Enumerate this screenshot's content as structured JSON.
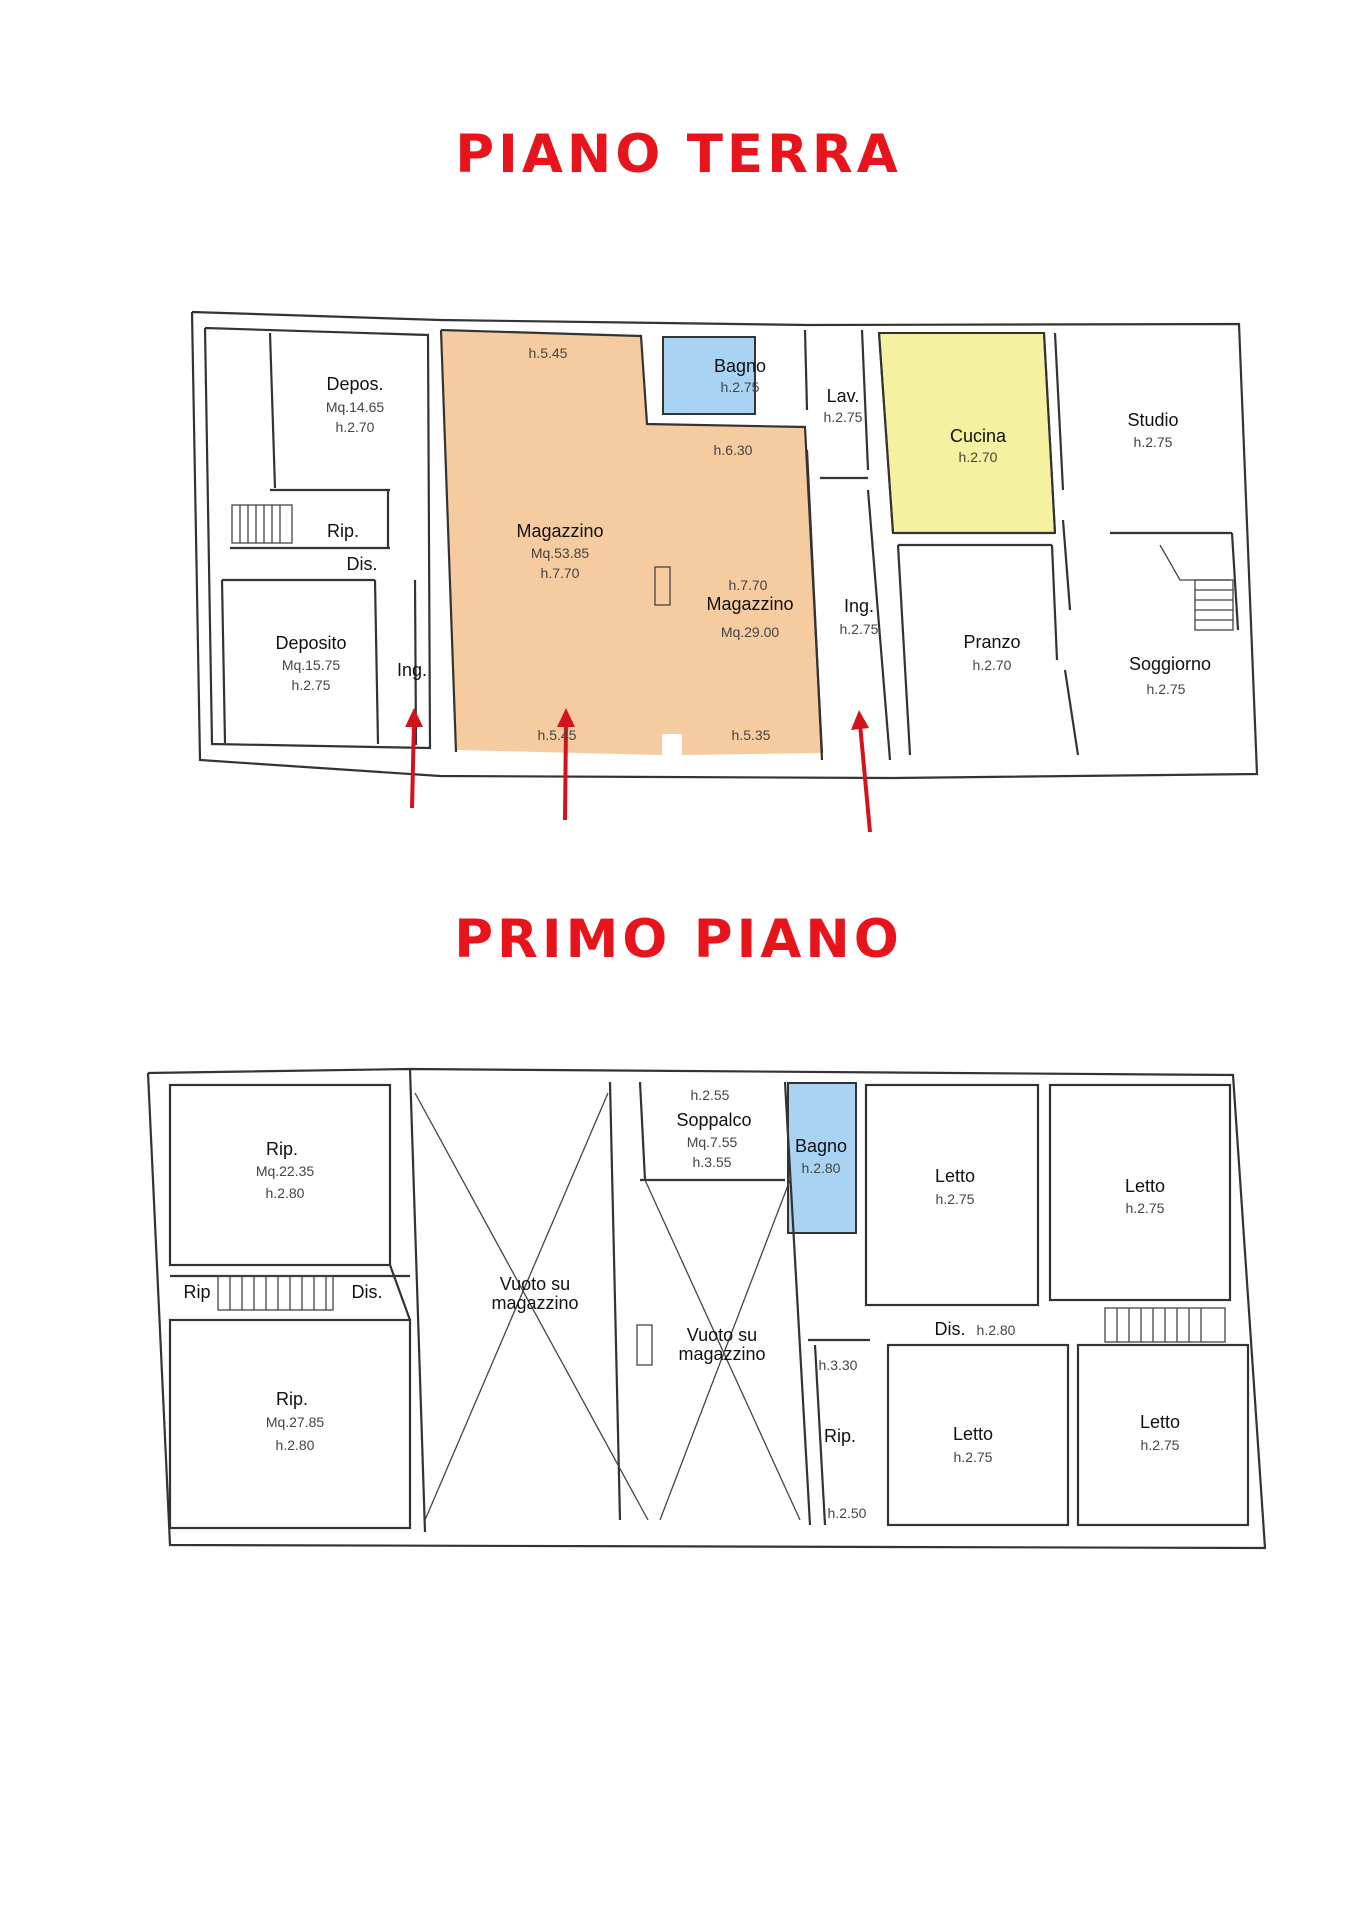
{
  "titles": {
    "ground": "PIANO TERRA",
    "first": "PRIMO PIANO"
  },
  "colors": {
    "title": "#e8141b",
    "arrow": "#d3131b",
    "magazzino_fill": "#f6cba0",
    "bagno_fill": "#a9d3f2",
    "cucina_fill": "#f4f1a0"
  },
  "ground_floor": {
    "rooms": [
      {
        "name": "Depos.",
        "lines": [
          "Mq.14.65",
          "h.2.70"
        ]
      },
      {
        "name": "Rip.",
        "lines": []
      },
      {
        "name": "Dis.",
        "lines": []
      },
      {
        "name": "Deposito",
        "lines": [
          "Mq.15.75",
          "h.2.75"
        ]
      },
      {
        "name": "Ing.",
        "lines": []
      },
      {
        "name": "Magazzino",
        "lines": [
          "Mq.53.85",
          "h.7.70"
        ]
      },
      {
        "name": "Magazzino",
        "lines": [
          "Mq.29.00"
        ]
      },
      {
        "name": "Bagno",
        "lines": [
          "h.2.75"
        ]
      },
      {
        "name": "Lav.",
        "lines": [
          "h.2.75"
        ]
      },
      {
        "name": "Ing.",
        "lines": [
          "h.2.75"
        ]
      },
      {
        "name": "Cucina",
        "lines": [
          "h.2.70"
        ]
      },
      {
        "name": "Pranzo",
        "lines": [
          "h.2.70"
        ]
      },
      {
        "name": "Studio",
        "lines": [
          "h.2.75"
        ]
      },
      {
        "name": "Soggiorno",
        "lines": [
          "h.2.75"
        ]
      }
    ],
    "heights": [
      "h.5.45",
      "h.6.30",
      "h.7.70",
      "h.5.45",
      "h.5.35"
    ]
  },
  "first_floor": {
    "rooms": [
      {
        "name": "Rip.",
        "lines": [
          "Mq.22.35",
          "h.2.80"
        ]
      },
      {
        "name": "Rip",
        "lines": []
      },
      {
        "name": "Dis.",
        "lines": []
      },
      {
        "name": "Rip.",
        "lines": [
          "Mq.27.85",
          "h.2.80"
        ]
      },
      {
        "name": "Vuoto su",
        "lines": [
          "magazzino"
        ]
      },
      {
        "name": "Vuoto su",
        "lines": [
          "magazzino"
        ]
      },
      {
        "name": "Soppalco",
        "lines": [
          "Mq.7.55",
          "h.3.55"
        ]
      },
      {
        "name": "Bagno",
        "lines": [
          "h.2.80"
        ]
      },
      {
        "name": "Letto",
        "lines": [
          "h.2.75"
        ]
      },
      {
        "name": "Letto",
        "lines": [
          "h.2.75"
        ]
      },
      {
        "name": "Dis.",
        "lines": [
          "h.2.80"
        ]
      },
      {
        "name": "Rip.",
        "lines": []
      },
      {
        "name": "Letto",
        "lines": [
          "h.2.75"
        ]
      },
      {
        "name": "Letto",
        "lines": [
          "h.2.75"
        ]
      }
    ],
    "heights": [
      "h.2.55",
      "h.3.30",
      "h.2.50"
    ]
  }
}
